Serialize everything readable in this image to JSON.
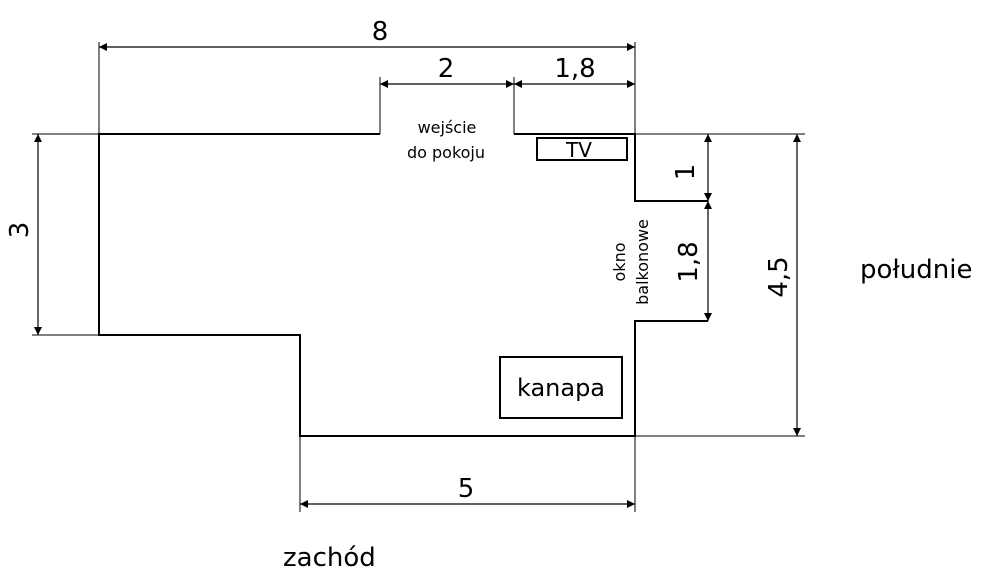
{
  "dimensions": {
    "top_width": "8",
    "entrance_width": "2",
    "tv_wall_width": "1,8",
    "left_height": "3",
    "right_step_height": "1",
    "balcony_height": "1,8",
    "right_total_height": "4,5",
    "bottom_width": "5"
  },
  "labels": {
    "entrance_line1": "wejście",
    "entrance_line2": "do pokoju",
    "tv": "TV",
    "window_line1": "okno",
    "window_line2": "balkonowe",
    "sofa": "kanapa",
    "south": "południe",
    "west": "zachód"
  }
}
